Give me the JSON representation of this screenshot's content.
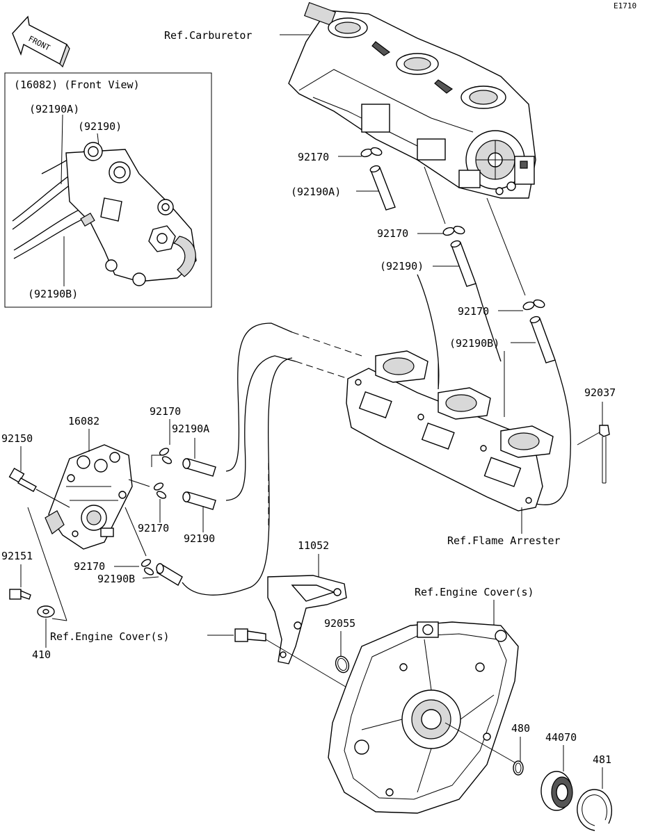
{
  "code": "E1710",
  "front_arrow": "FRONT",
  "inset": {
    "title": "(16082)  (Front View)",
    "labels": [
      "(92190A)",
      "(92190)",
      "(92190B)"
    ]
  },
  "refs": {
    "carburetor": "Ref.Carburetor",
    "flame_arrester": "Ref.Flame Arrester",
    "engine_cover_right": "Ref.Engine Cover(s)",
    "engine_cover_left": "Ref.Engine Cover(s)"
  },
  "parts": {
    "p92170_a": "92170",
    "p92190A_a": "(92190A)",
    "p92170_b": "92170",
    "p92190_a": "(92190)",
    "p92170_c": "92170",
    "p92190B_a": "(92190B)",
    "p92037": "92037",
    "p92170_d": "92170",
    "p92190A_b": "92190A",
    "p16082": "16082",
    "p92150": "92150",
    "p92170_e": "92170",
    "p92190_b": "92190",
    "p92170_f": "92170",
    "p92190B_b": "92190B",
    "p92151": "92151",
    "p410": "410",
    "p11052": "11052",
    "p92055": "92055",
    "p480": "480",
    "p44070": "44070",
    "p481": "481"
  }
}
